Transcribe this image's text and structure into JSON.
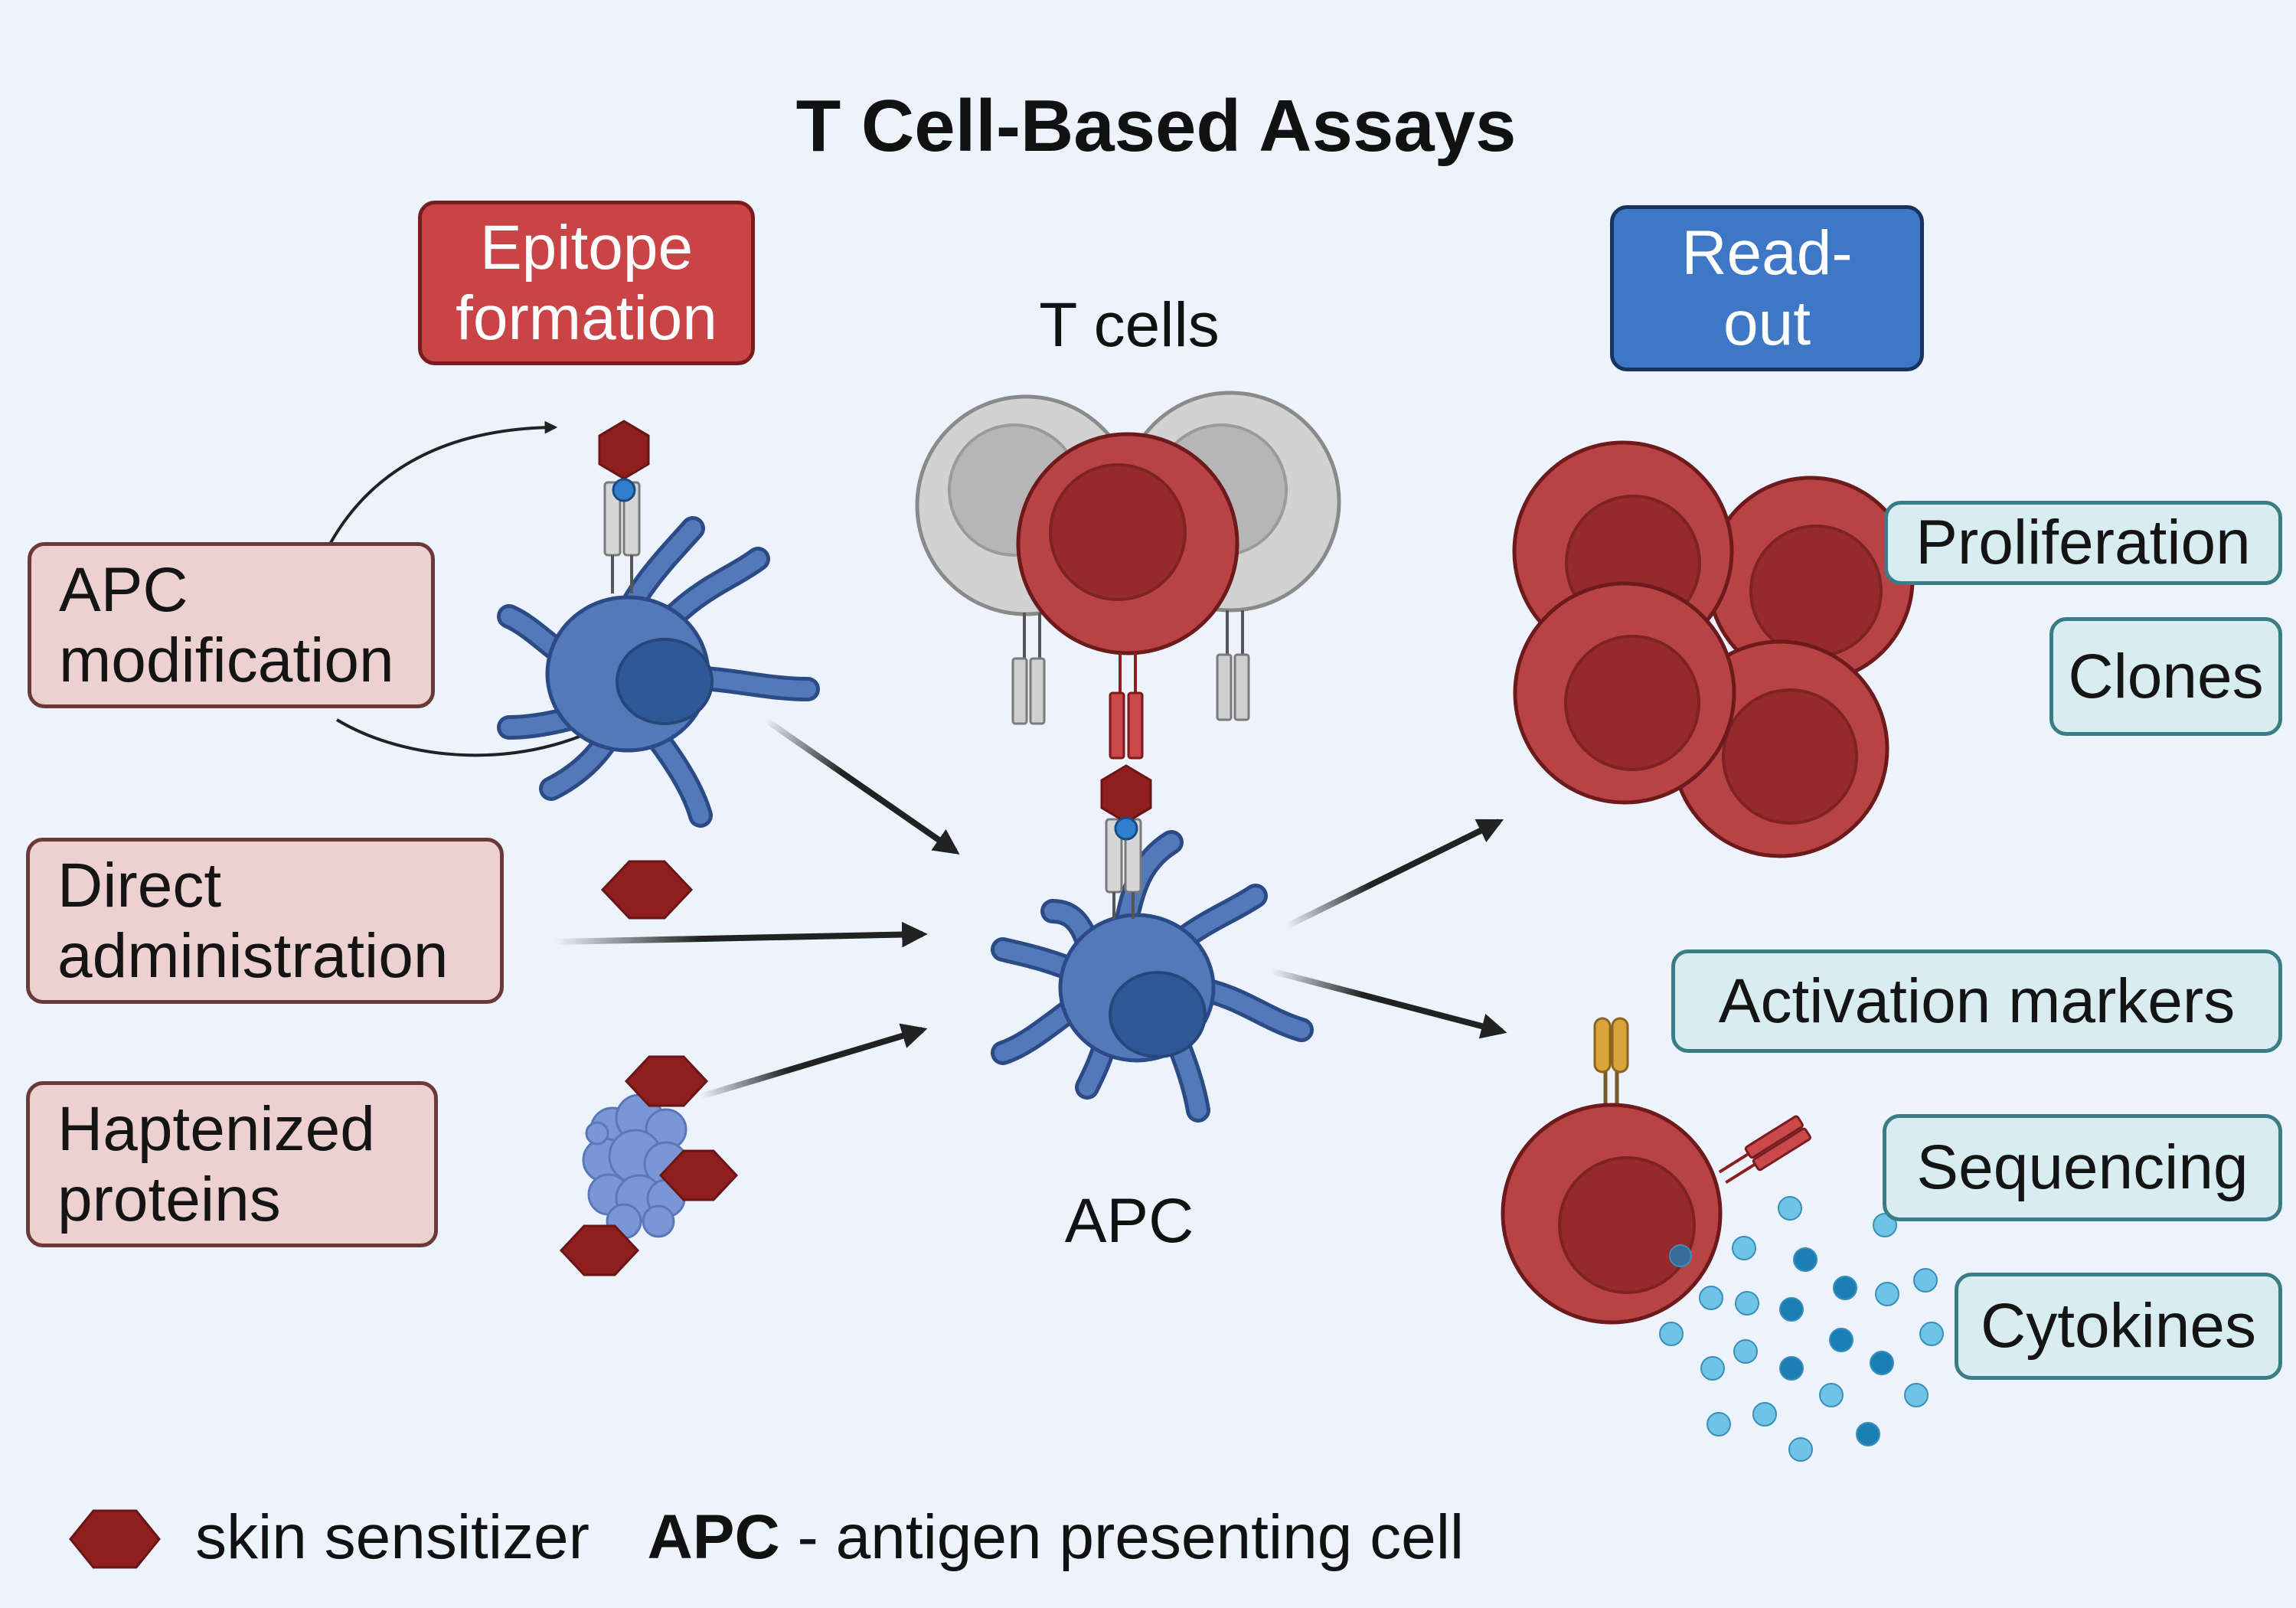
{
  "title": "T Cell-Based Assays",
  "headers": {
    "epitope": [
      "Epitope",
      "formation"
    ],
    "readout": [
      "Read-",
      "out"
    ]
  },
  "inputs": {
    "apc_modification": [
      "APC",
      "modification"
    ],
    "direct_administration": [
      "Direct",
      "administration"
    ],
    "haptenized_proteins": [
      "Haptenized",
      "proteins"
    ]
  },
  "center": {
    "t_cells_label": "T cells",
    "apc_label": "APC"
  },
  "readouts": {
    "proliferation": "Proliferation",
    "clones": "Clones",
    "activation_markers": "Activation markers",
    "sequencing": "Sequencing",
    "cytokines": "Cytokines"
  },
  "legend": {
    "sensitizer": "skin sensitizer",
    "apc_abbr": "APC",
    "apc_def": "- antigen presenting cell"
  },
  "colors": {
    "background": "#edf3fc",
    "sensitizer": "#8f1f1f",
    "apc_cell": "#5479b8",
    "t_cell_red": "#b84345",
    "t_cell_grey": "#cdcdcd",
    "cytokine_blue": "#6fc3e6"
  }
}
